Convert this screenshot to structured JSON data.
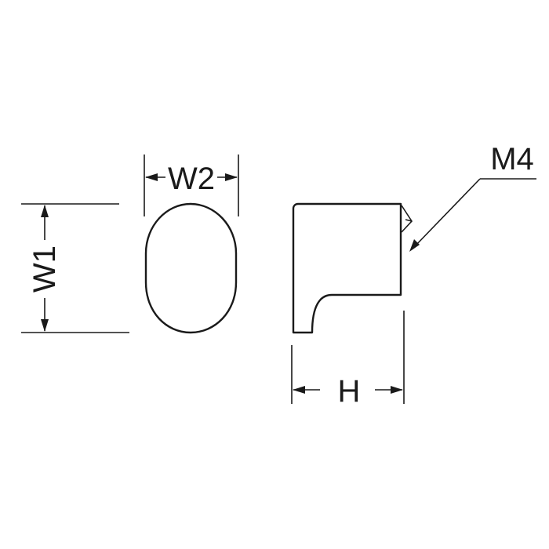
{
  "labels": {
    "w1": "W1",
    "w2": "W2",
    "h": "H",
    "m4": "M4"
  }
}
